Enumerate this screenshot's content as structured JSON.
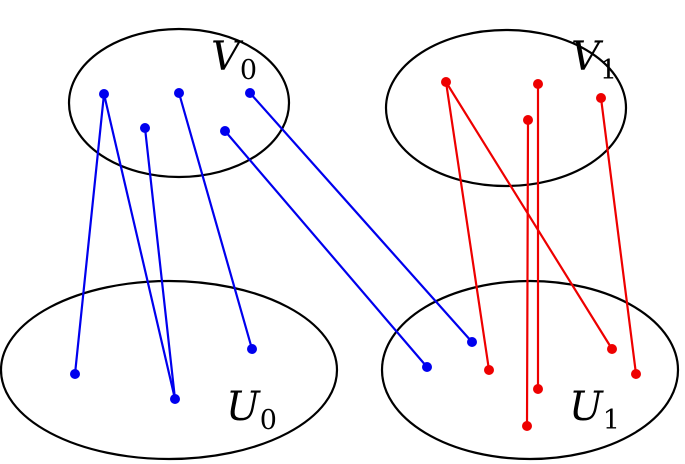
{
  "colors": {
    "outline": "#000000",
    "blue": "#0000ee",
    "red": "#ee0000"
  },
  "sets": {
    "V0": {
      "main": "V",
      "sub": "0"
    },
    "V1": {
      "main": "V",
      "sub": "1"
    },
    "U0": {
      "main": "U",
      "sub": "0"
    },
    "U1": {
      "main": "U",
      "sub": "1"
    }
  },
  "edges": {
    "blue": [
      [
        "v0a",
        "u0a"
      ],
      [
        "v0a",
        "u0b"
      ],
      [
        "v0b",
        "u0b"
      ],
      [
        "v0c",
        "u0c"
      ],
      [
        "v0d",
        "u1a"
      ],
      [
        "v0e",
        "u1b"
      ]
    ],
    "red": [
      [
        "v1a",
        "u1c"
      ],
      [
        "v1a",
        "u1f"
      ],
      [
        "v1b",
        "u1e"
      ],
      [
        "v1c",
        "u1d"
      ],
      [
        "v1d",
        "u1g"
      ]
    ]
  }
}
